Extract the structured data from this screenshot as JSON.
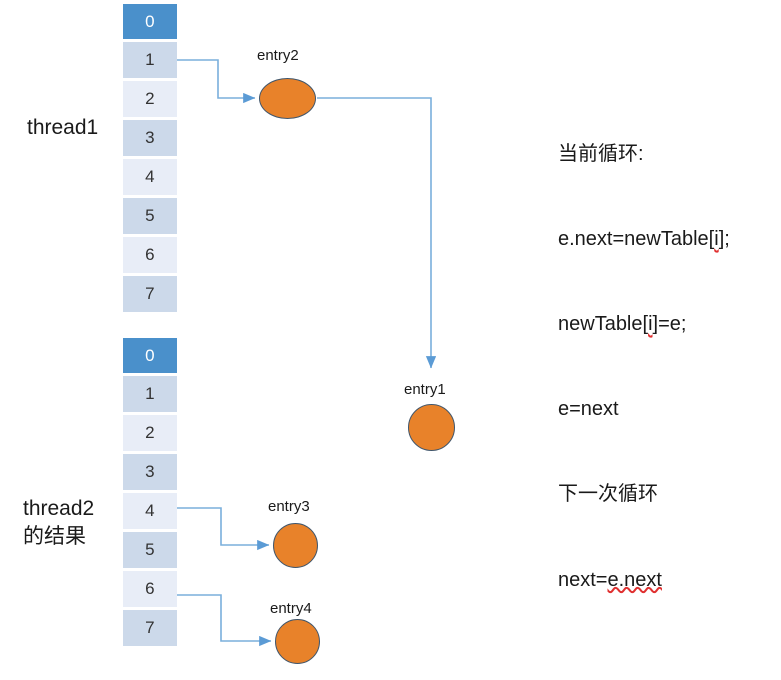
{
  "diagram": {
    "title": "HashMap resize concurrency diagram",
    "colors": {
      "head_cell": "#4a90cb",
      "cell_odd": "#ccd9ea",
      "cell_even": "#e8edf7",
      "node_fill": "#e8822a",
      "node_stroke": "#41566b",
      "connector": "#7aafdc",
      "spellcheck_underline": "#e03030",
      "text": "#1a1a1a"
    }
  },
  "tables": [
    {
      "id": "thread1",
      "label": "thread1",
      "cells": [
        {
          "index": "0",
          "style": "head"
        },
        {
          "index": "1",
          "style": "odd"
        },
        {
          "index": "2",
          "style": "even"
        },
        {
          "index": "3",
          "style": "odd"
        },
        {
          "index": "4",
          "style": "even"
        },
        {
          "index": "5",
          "style": "odd"
        },
        {
          "index": "6",
          "style": "even"
        },
        {
          "index": "7",
          "style": "odd"
        }
      ]
    },
    {
      "id": "thread2",
      "label": "thread2\n的结果",
      "cells": [
        {
          "index": "0",
          "style": "head"
        },
        {
          "index": "1",
          "style": "odd"
        },
        {
          "index": "2",
          "style": "even"
        },
        {
          "index": "3",
          "style": "odd"
        },
        {
          "index": "4",
          "style": "even"
        },
        {
          "index": "5",
          "style": "odd"
        },
        {
          "index": "6",
          "style": "even"
        },
        {
          "index": "7",
          "style": "odd"
        }
      ]
    }
  ],
  "nodes": [
    {
      "id": "entry2",
      "label": "entry2"
    },
    {
      "id": "entry1",
      "label": "entry1"
    },
    {
      "id": "entry3",
      "label": "entry3"
    },
    {
      "id": "entry4",
      "label": "entry4"
    }
  ],
  "note": {
    "lines": [
      {
        "text": "当前循环:",
        "squiggles": []
      },
      {
        "text": "e.next=newTable[i];",
        "squiggles": [
          "i"
        ]
      },
      {
        "text": "newTable[i]=e;",
        "squiggles": [
          "i"
        ]
      },
      {
        "text": "e=next",
        "squiggles": []
      },
      {
        "text": "下一次循环",
        "squiggles": []
      },
      {
        "text": "next=e.next",
        "squiggles": [
          "e.next"
        ]
      }
    ],
    "line1": "当前循环:",
    "line2_a": "e.next=newTable[",
    "line2_b": "i",
    "line2_c": "];",
    "line3_a": "newTable[",
    "line3_b": "i",
    "line3_c": "]=e;",
    "line4": "e=next",
    "line5": "下一次循环",
    "line6_a": "next=",
    "line6_b": "e.next"
  }
}
